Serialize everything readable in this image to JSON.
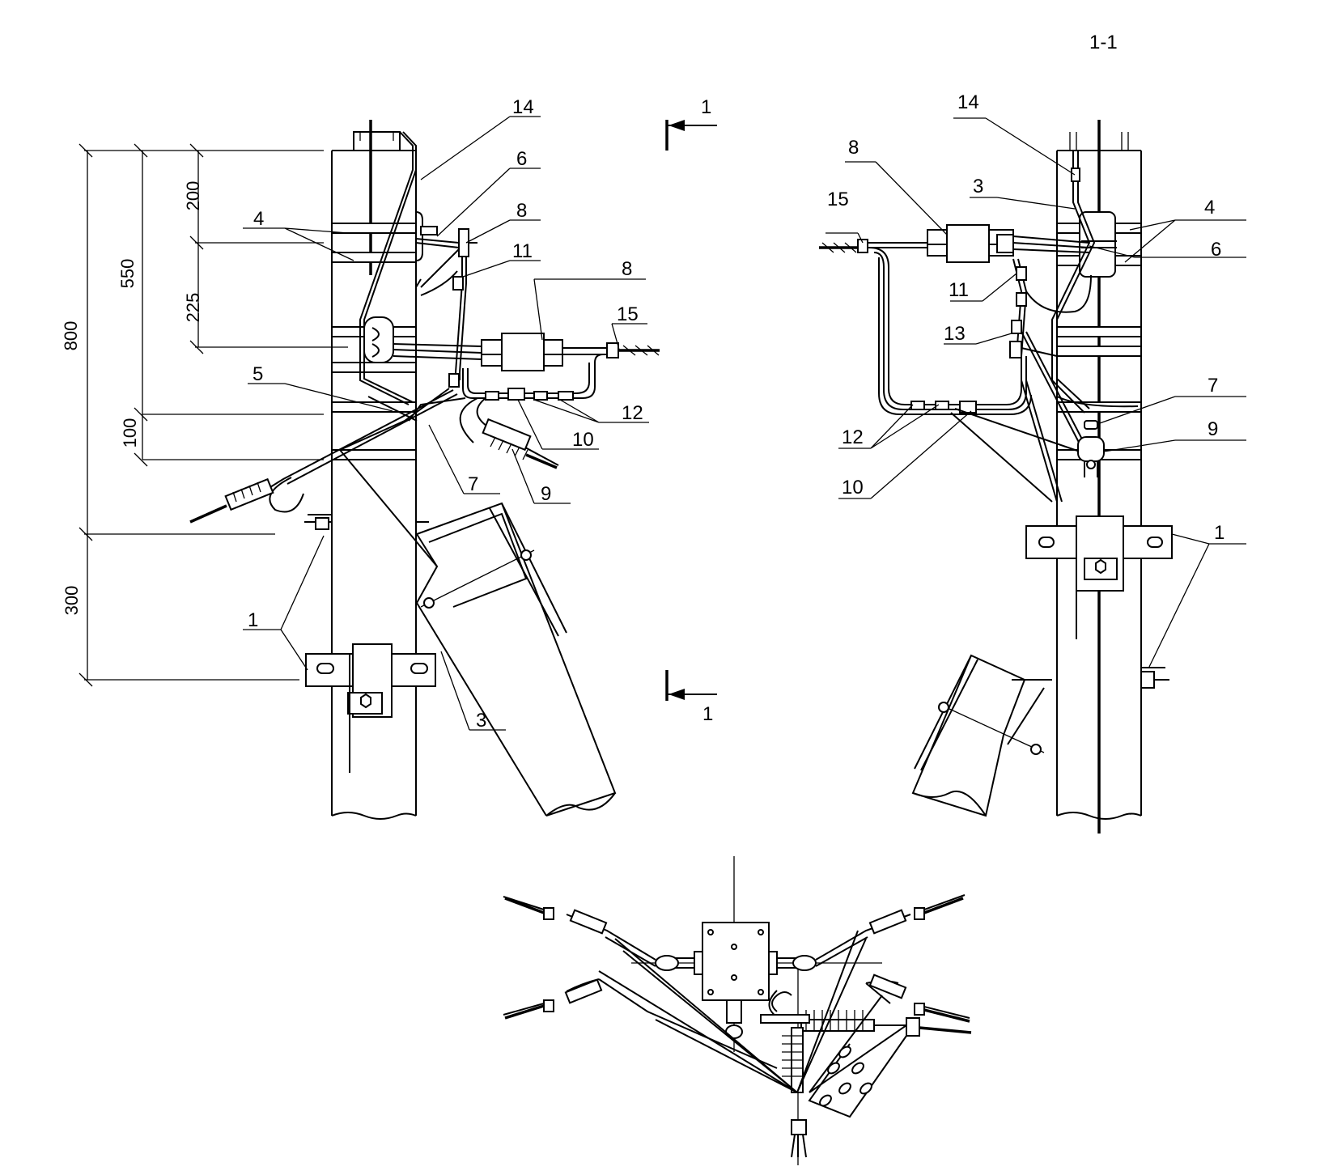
{
  "section_title": "1-1",
  "section_marks": {
    "top": "1",
    "bottom": "1"
  },
  "dimensions": {
    "d800": "800",
    "d550": "550",
    "d200": "200",
    "d225": "225",
    "d100": "100",
    "d300": "300"
  },
  "left_callouts": {
    "c14": "14",
    "c6": "6",
    "c8a": "8",
    "c11": "11",
    "c4": "4",
    "c8b": "8",
    "c15": "15",
    "c5": "5",
    "c12": "12",
    "c10": "10",
    "c7": "7",
    "c9": "9",
    "c1": "1",
    "c3": "3"
  },
  "right_callouts": {
    "c14": "14",
    "c8": "8",
    "c3": "3",
    "c4": "4",
    "c15": "15",
    "c6": "6",
    "c11": "11",
    "c13": "13",
    "c7": "7",
    "c9": "9",
    "c12": "12",
    "c10": "10",
    "c1": "1"
  }
}
